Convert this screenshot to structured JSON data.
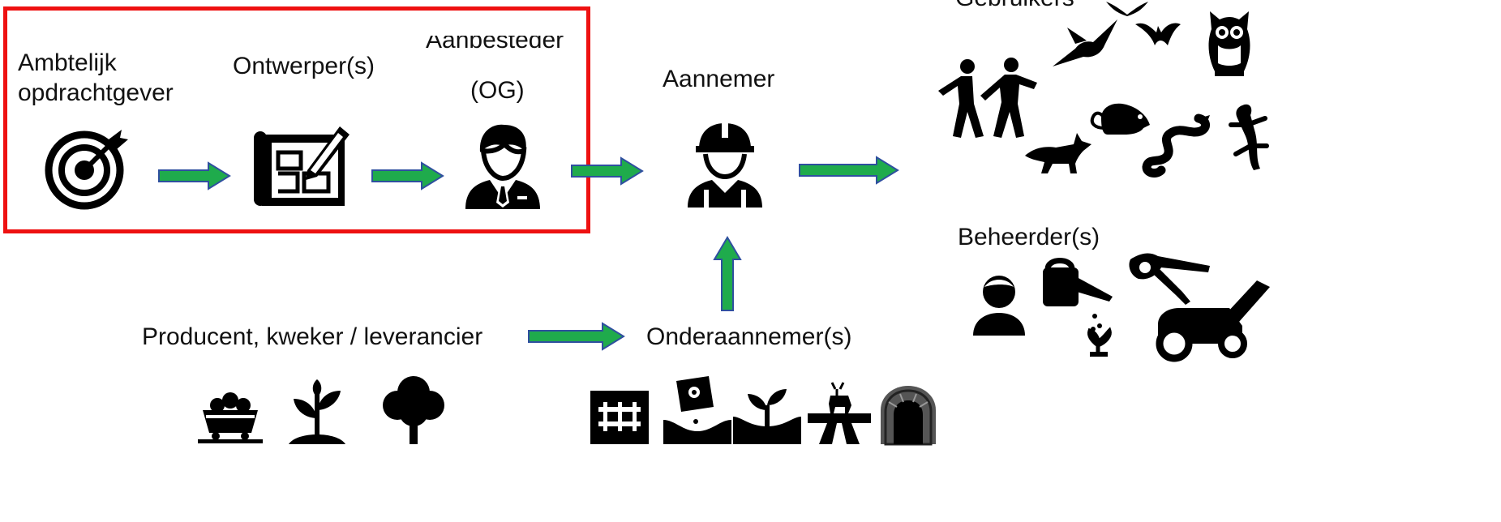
{
  "labels": {
    "ambtelijk": "Ambtelijk",
    "opdrachtgever": "opdrachtgever",
    "ontwerpers": "Ontwerper(s)",
    "aanbesteder": "Aanbesteder",
    "og": "(OG)",
    "aannemer": "Aannemer",
    "gebruikers": "Gebruikers",
    "beheerders": "Beheerder(s)",
    "producent": "Producent, kweker / leverancier",
    "onderaannemers": "Onderaannemer(s)"
  },
  "colors": {
    "arrow_fill": "#1fab4c",
    "arrow_stroke": "#2f4f9f",
    "frame": "#ee1111",
    "icon": "#000000"
  },
  "icons": [
    "target-icon",
    "blueprint-icon",
    "businessman-icon",
    "construction-worker-icon",
    "dancing-people-icon",
    "hummingbird-icon",
    "bat-icon",
    "owl-icon",
    "rat-icon",
    "fox-icon",
    "snake-icon",
    "lizard-icon",
    "person-icon",
    "watering-can-icon",
    "pruning-shears-icon",
    "lawn-mower-icon",
    "mine-cart-icon",
    "seedling-icon",
    "tree-icon",
    "fence-icon",
    "seed-packet-icon",
    "planting-icon",
    "wildlife-crossing-icon",
    "tunnel-icon"
  ]
}
